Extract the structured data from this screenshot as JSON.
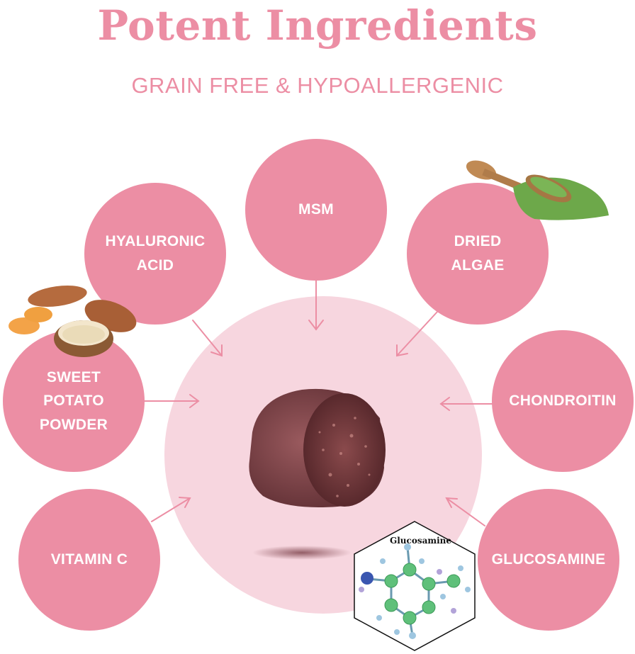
{
  "header": {
    "title": "Potent Ingredients",
    "subtitle": "GRAIN FREE & HYPOALLERGENIC"
  },
  "ingredients": [
    {
      "label": "MSM"
    },
    {
      "label": "HYALURONIC\nACID"
    },
    {
      "label": "DRIED\nALGAE"
    },
    {
      "label": "SWEET\nPOTATO\nPOWDER"
    },
    {
      "label": "CHONDROITIN"
    },
    {
      "label": "VITAMIN C"
    },
    {
      "label": "GLUCOSAMINE"
    }
  ],
  "molecule": {
    "label": "Glucosamine"
  },
  "colors": {
    "accent": "#ec8ea4",
    "center": "#f7d6df",
    "text": "#ffffff"
  }
}
